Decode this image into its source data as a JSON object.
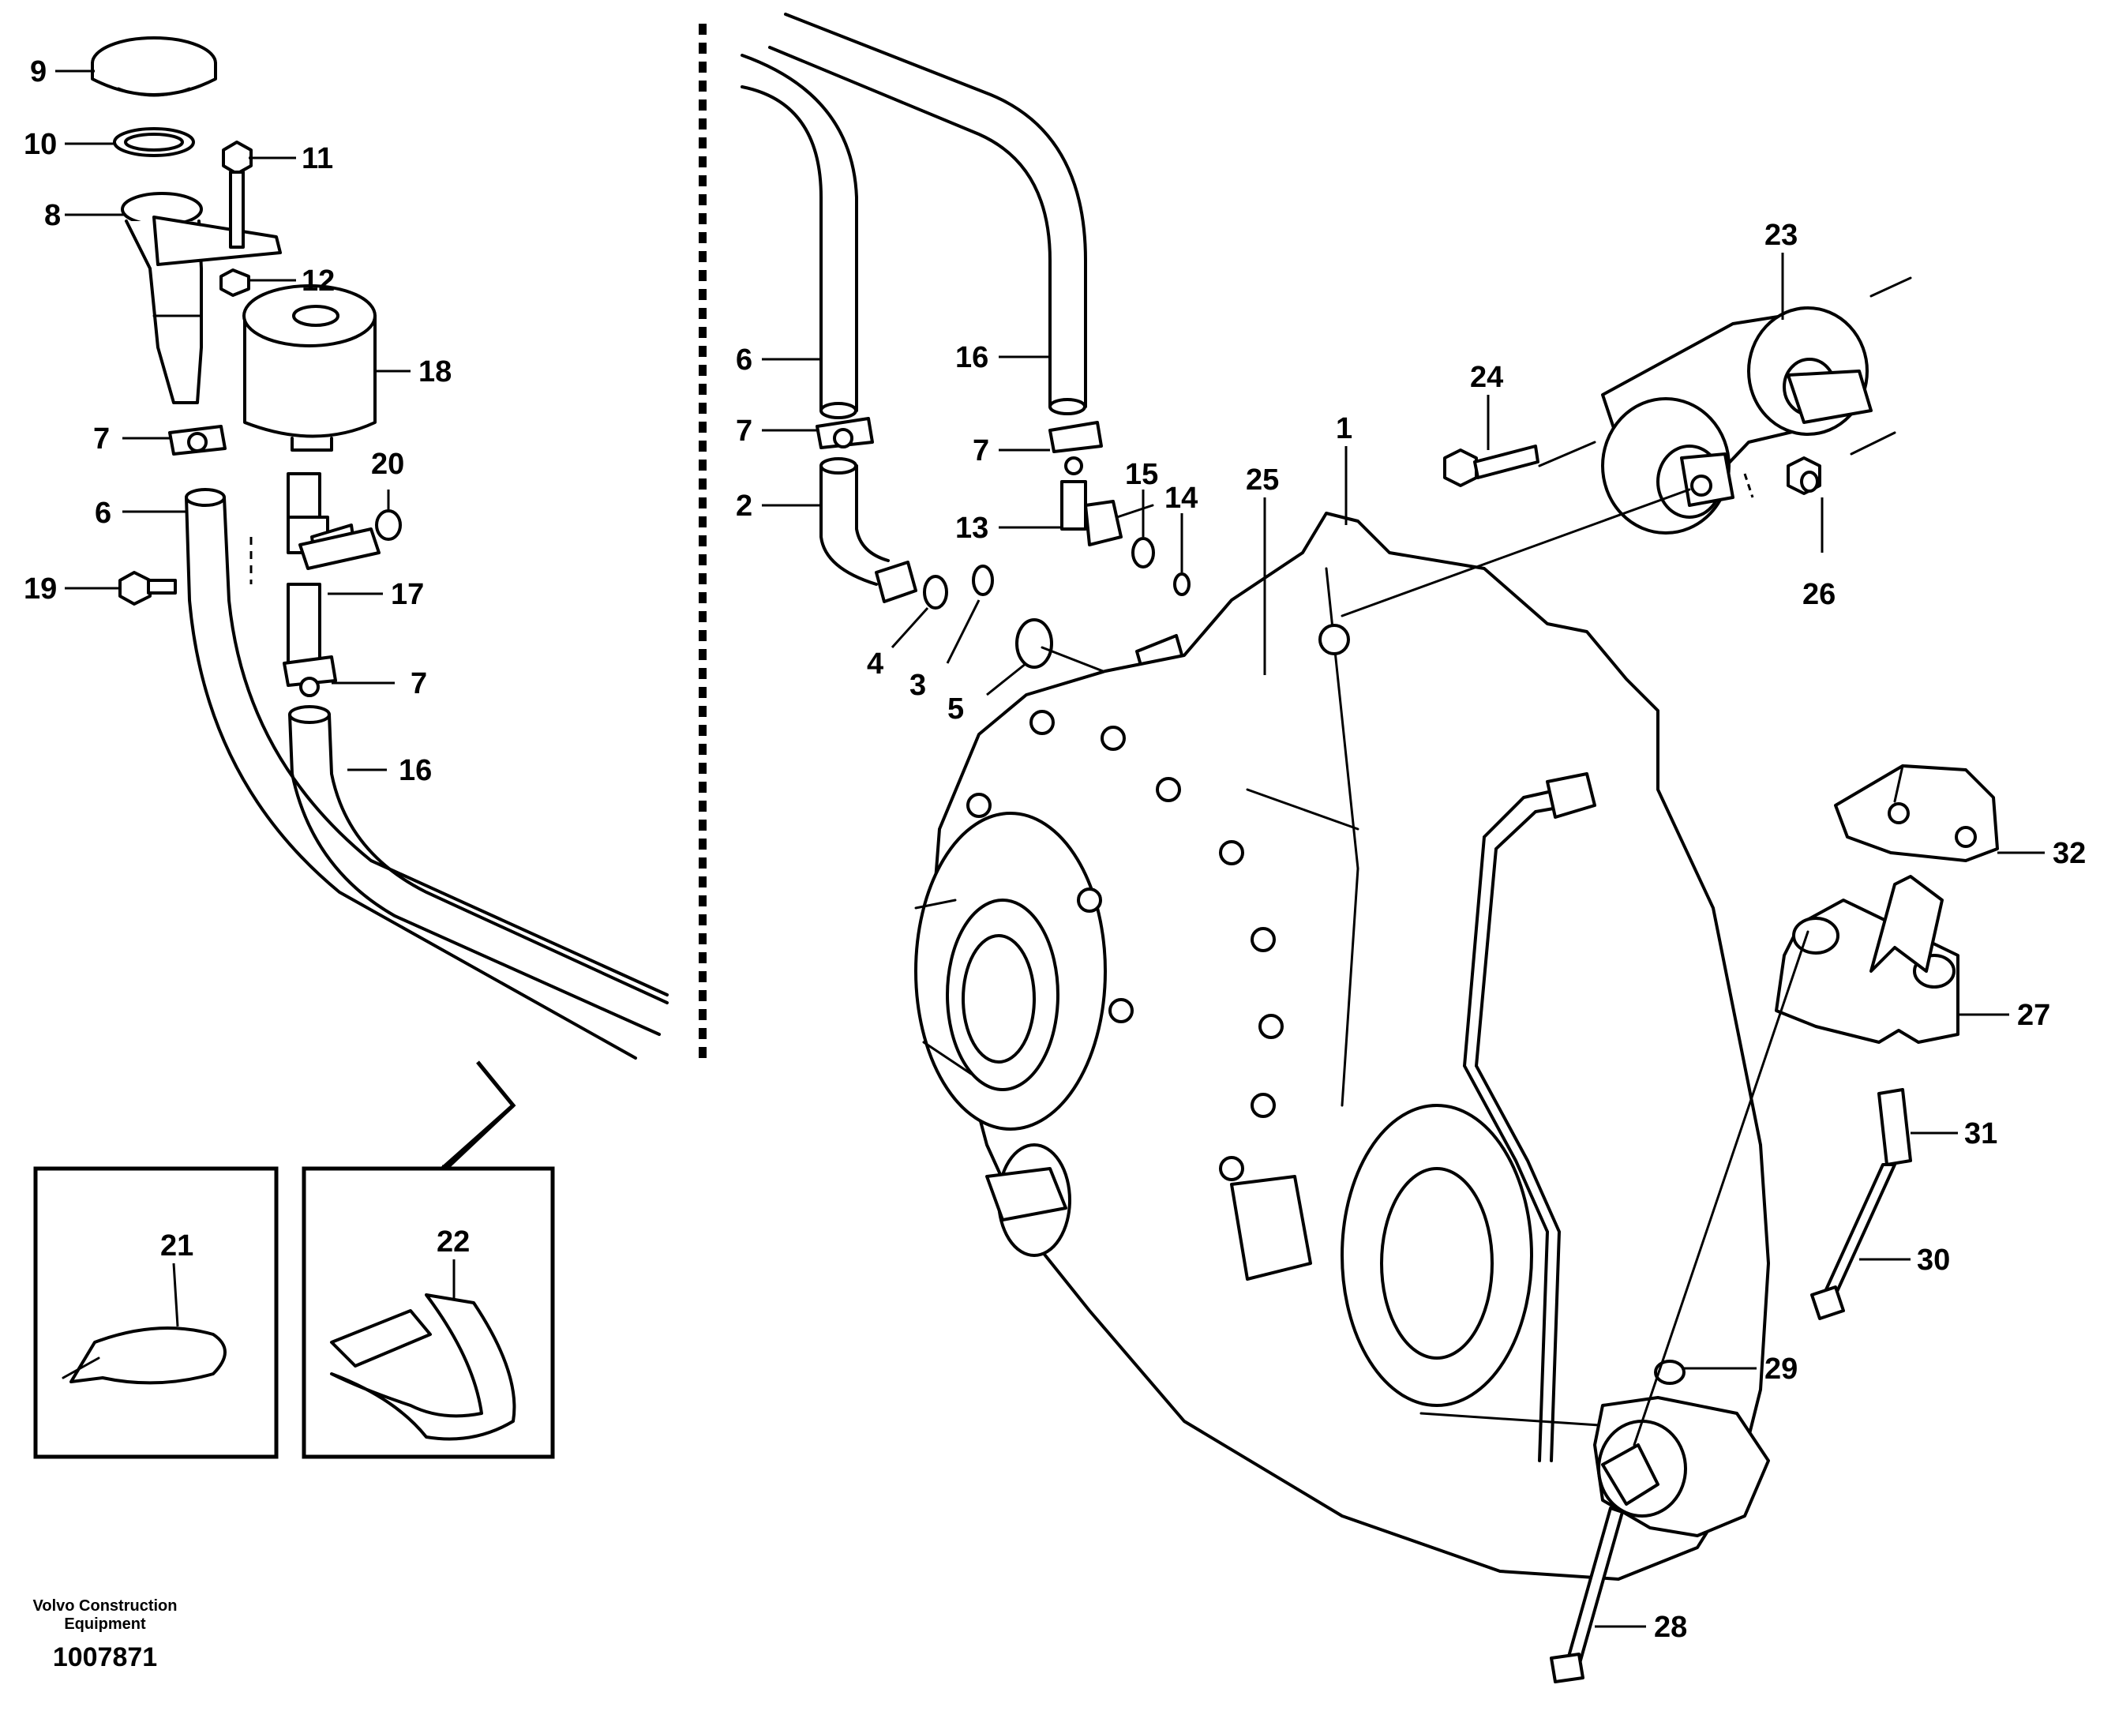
{
  "diagram": {
    "callouts": [
      {
        "id": "c9",
        "label": "9"
      },
      {
        "id": "c10",
        "label": "10"
      },
      {
        "id": "c8",
        "label": "8"
      },
      {
        "id": "c11",
        "label": "11"
      },
      {
        "id": "c12",
        "label": "12"
      },
      {
        "id": "c18",
        "label": "18"
      },
      {
        "id": "c7a",
        "label": "7"
      },
      {
        "id": "c20",
        "label": "20"
      },
      {
        "id": "c6a",
        "label": "6"
      },
      {
        "id": "c19",
        "label": "19"
      },
      {
        "id": "c17",
        "label": "17"
      },
      {
        "id": "c7b",
        "label": "7"
      },
      {
        "id": "c16a",
        "label": "16"
      },
      {
        "id": "c6b",
        "label": "6"
      },
      {
        "id": "c7c",
        "label": "7"
      },
      {
        "id": "c2",
        "label": "2"
      },
      {
        "id": "c4",
        "label": "4"
      },
      {
        "id": "c3",
        "label": "3"
      },
      {
        "id": "c5",
        "label": "5"
      },
      {
        "id": "c16b",
        "label": "16"
      },
      {
        "id": "c7d",
        "label": "7"
      },
      {
        "id": "c13",
        "label": "13"
      },
      {
        "id": "c15",
        "label": "15"
      },
      {
        "id": "c14",
        "label": "14"
      },
      {
        "id": "c25",
        "label": "25"
      },
      {
        "id": "c1",
        "label": "1"
      },
      {
        "id": "c24",
        "label": "24"
      },
      {
        "id": "c23",
        "label": "23"
      },
      {
        "id": "c26",
        "label": "26"
      },
      {
        "id": "c32",
        "label": "32"
      },
      {
        "id": "c27",
        "label": "27"
      },
      {
        "id": "c31",
        "label": "31"
      },
      {
        "id": "c30",
        "label": "30"
      },
      {
        "id": "c29",
        "label": "29"
      },
      {
        "id": "c28",
        "label": "28"
      },
      {
        "id": "c21",
        "label": "21"
      },
      {
        "id": "c22",
        "label": "22"
      }
    ],
    "footer": {
      "company_line1": "Volvo Construction",
      "company_line2": "Equipment",
      "drawing_number": "1007871"
    }
  }
}
